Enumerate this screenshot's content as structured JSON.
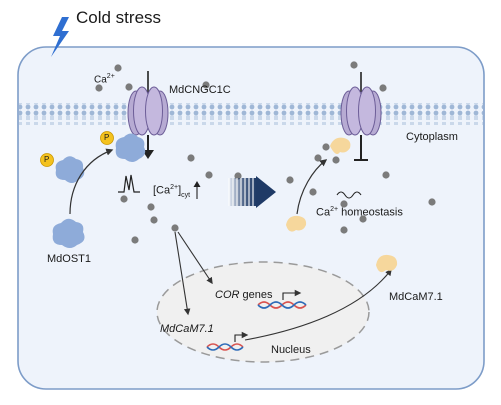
{
  "stimulus": "Cold stress",
  "labels": {
    "ca_ion": "Ca",
    "ca_ion_sup": "2+",
    "channel": "MdCNGC1C",
    "cytoplasm": "Cytoplasm",
    "kinase": "MdOST1",
    "phospho": "P",
    "ca_cyt_open": "[Ca",
    "ca_cyt_sup": "2+",
    "ca_cyt_close": "]",
    "ca_cyt_sub": "cyt",
    "homeostasis_prefix": "Ca",
    "homeostasis_sup": "2+",
    "homeostasis_rest": " homeostasis",
    "cor_italic": "COR",
    "cor_rest": " genes",
    "camodulin_gene": "MdCaM7.1",
    "nucleus": "Nucleus",
    "camodulin_protein": "MdCaM7.1"
  },
  "colors": {
    "cell_fill": "#eef3fb",
    "cell_border": "#7d9cc8",
    "membrane_head": "#9fb7d6",
    "channel_fill": "#b7abd3",
    "channel_stroke": "#6d5e98",
    "kinase_fill": "#8eabd9",
    "phospho_fill": "#f4c21e",
    "calcium_ion": "#7b7b7b",
    "camodulin_fill": "#f6d79c",
    "lightning": "#2f6fd1",
    "dna_red": "#d9534f",
    "dna_blue": "#2e6bb8",
    "big_arrow": "#1f3a66"
  },
  "icons": [
    "lightning-icon",
    "ion-channel-icon",
    "kinase-icon",
    "phosphate-icon",
    "calcium-ion-icon",
    "calcium-signal-spike-icon",
    "up-arrow-icon",
    "gradient-arrow-icon",
    "wave-icon",
    "calmodulin-icon",
    "dna-icon",
    "gene-promoter-arrow-icon",
    "nucleus-icon"
  ]
}
